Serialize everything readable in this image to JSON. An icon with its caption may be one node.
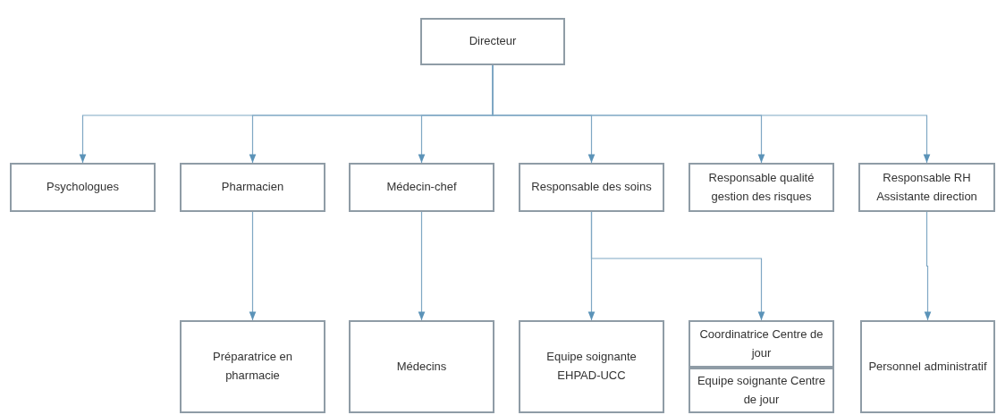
{
  "diagram": {
    "nodes": [
      {
        "text": [
          "Directeur"
        ]
      },
      {
        "text": [
          "Psychologues"
        ]
      },
      {
        "text": [
          "Pharmacien"
        ]
      },
      {
        "text": [
          "Médecin-chef"
        ]
      },
      {
        "text": [
          "Responsable des soins"
        ]
      },
      {
        "text": [
          "Responsable qualité gestion des risques"
        ]
      },
      {
        "text": [
          "Responsable RH Assistante direction"
        ]
      },
      {
        "text": [
          "Préparatrice en pharmacie"
        ]
      },
      {
        "text": [
          "Médecins"
        ]
      },
      {
        "text": [
          "Equipe soignante EHPAD-UCC"
        ]
      },
      {
        "text": [
          "Coordinatrice Centre de jour"
        ]
      },
      {
        "text": [
          "Equipe soignante Centre de jour"
        ]
      },
      {
        "text": [
          "Personnel administratif"
        ]
      }
    ],
    "edges": [
      {
        "from": 0,
        "to": 1,
        "arrow": "to"
      },
      {
        "from": 0,
        "to": 2,
        "arrow": "to"
      },
      {
        "from": 0,
        "to": 3,
        "arrow": "to"
      },
      {
        "from": 0,
        "to": 4,
        "arrow": "to"
      },
      {
        "from": 0,
        "to": 5,
        "arrow": "to"
      },
      {
        "from": 0,
        "to": 6,
        "arrow": "to"
      },
      {
        "from": 2,
        "to": 7,
        "arrow": "to"
      },
      {
        "from": 3,
        "to": 8,
        "arrow": "to"
      },
      {
        "from": 4,
        "to": 9,
        "arrow": "to"
      },
      {
        "from": 4,
        "to": 10,
        "arrow": "to"
      },
      {
        "from": 6,
        "to": 12,
        "arrow": "to"
      }
    ]
  }
}
